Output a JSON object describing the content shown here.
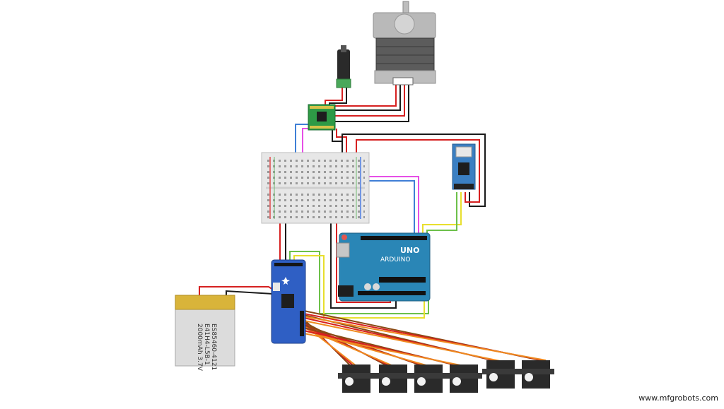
{
  "battery": {
    "line1": "ES85460-4121",
    "line2": "E41H4-L5B-1",
    "line3": "2000mAh 3.7V"
  },
  "arduino": {
    "brand": "ARDUINO",
    "model": "UNO"
  },
  "watermark": "www.mfgrobots.com",
  "colors": {
    "wire_red": "#d62020",
    "wire_black": "#1a1a1a",
    "wire_blue": "#3f7fd6",
    "wire_magenta": "#e64fe6",
    "wire_yellow": "#e8df2e",
    "wire_green": "#6cc04a",
    "wire_orange": "#ef8b1f",
    "wire_brown": "#8a4a14",
    "arduino_blue": "#2a86b6",
    "pca9685_blue": "#2f5fc4",
    "driver_green": "#2e9a46",
    "bt_blue": "#3b7fc2"
  }
}
